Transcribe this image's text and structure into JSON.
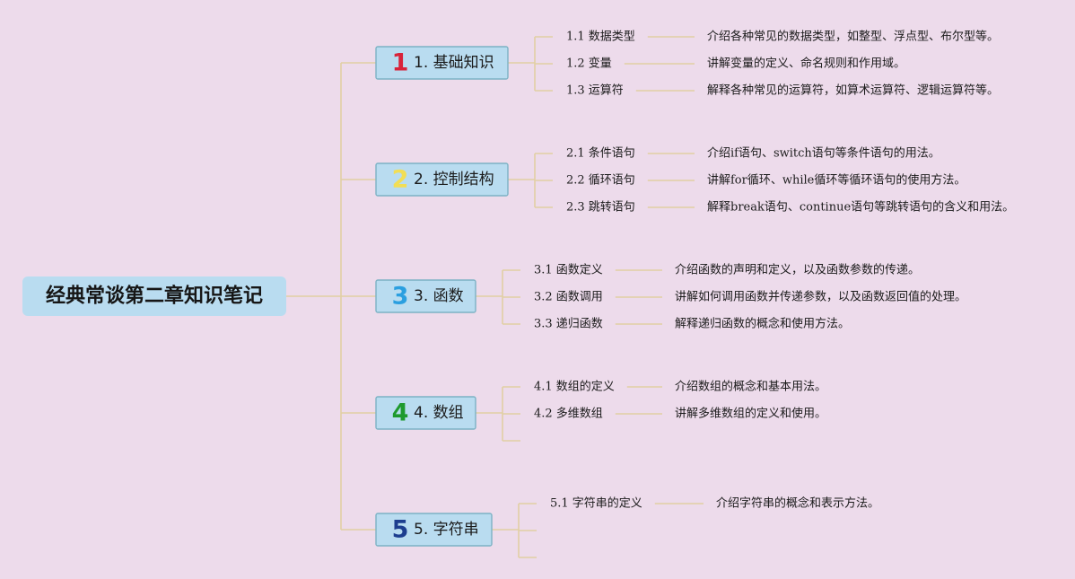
{
  "root": {
    "title": "经典常谈第二章知识笔记"
  },
  "colors": {
    "background": "#eddbeb",
    "node_fill": "#b9dcf0",
    "node_border": "#7cb2c4",
    "connector": "#e2cfa3"
  },
  "branches": [
    {
      "number": "1",
      "number_color": "#d8233a",
      "label": "1. 基础知识",
      "leaves": [
        {
          "label": "1.1 数据类型",
          "desc": "介绍各种常见的数据类型，如整型、浮点型、布尔型等。"
        },
        {
          "label": "1.2 变量",
          "desc": "讲解变量的定义、命名规则和作用域。"
        },
        {
          "label": "1.3 运算符",
          "desc": "解释各种常见的运算符，如算术运算符、逻辑运算符等。"
        }
      ]
    },
    {
      "number": "2",
      "number_color": "#f2de55",
      "label": "2. 控制结构",
      "leaves": [
        {
          "label": "2.1 条件语句",
          "desc": "介绍if语句、switch语句等条件语句的用法。"
        },
        {
          "label": "2.2 循环语句",
          "desc": "讲解for循环、while循环等循环语句的使用方法。"
        },
        {
          "label": "2.3 跳转语句",
          "desc": "解释break语句、continue语句等跳转语句的含义和用法。"
        }
      ]
    },
    {
      "number": "3",
      "number_color": "#2a9fe0",
      "label": "3. 函数",
      "leaves": [
        {
          "label": "3.1 函数定义",
          "desc": "介绍函数的声明和定义，以及函数参数的传递。"
        },
        {
          "label": "3.2 函数调用",
          "desc": "讲解如何调用函数并传递参数，以及函数返回值的处理。"
        },
        {
          "label": "3.3 递归函数",
          "desc": "解释递归函数的概念和使用方法。"
        }
      ]
    },
    {
      "number": "4",
      "number_color": "#1f9a2e",
      "label": "4. 数组",
      "leaves": [
        {
          "label": "4.1 数组的定义",
          "desc": "介绍数组的概念和基本用法。"
        },
        {
          "label": "4.2 多维数组",
          "desc": "讲解多维数组的定义和使用。"
        },
        {
          "label": "",
          "desc": ""
        }
      ]
    },
    {
      "number": "5",
      "number_color": "#1d3e8f",
      "label": "5. 字符串",
      "leaves": [
        {
          "label": "5.1 字符串的定义",
          "desc": "介绍字符串的概念和表示方法。"
        },
        {
          "label": "",
          "desc": ""
        },
        {
          "label": "",
          "desc": ""
        }
      ]
    }
  ]
}
